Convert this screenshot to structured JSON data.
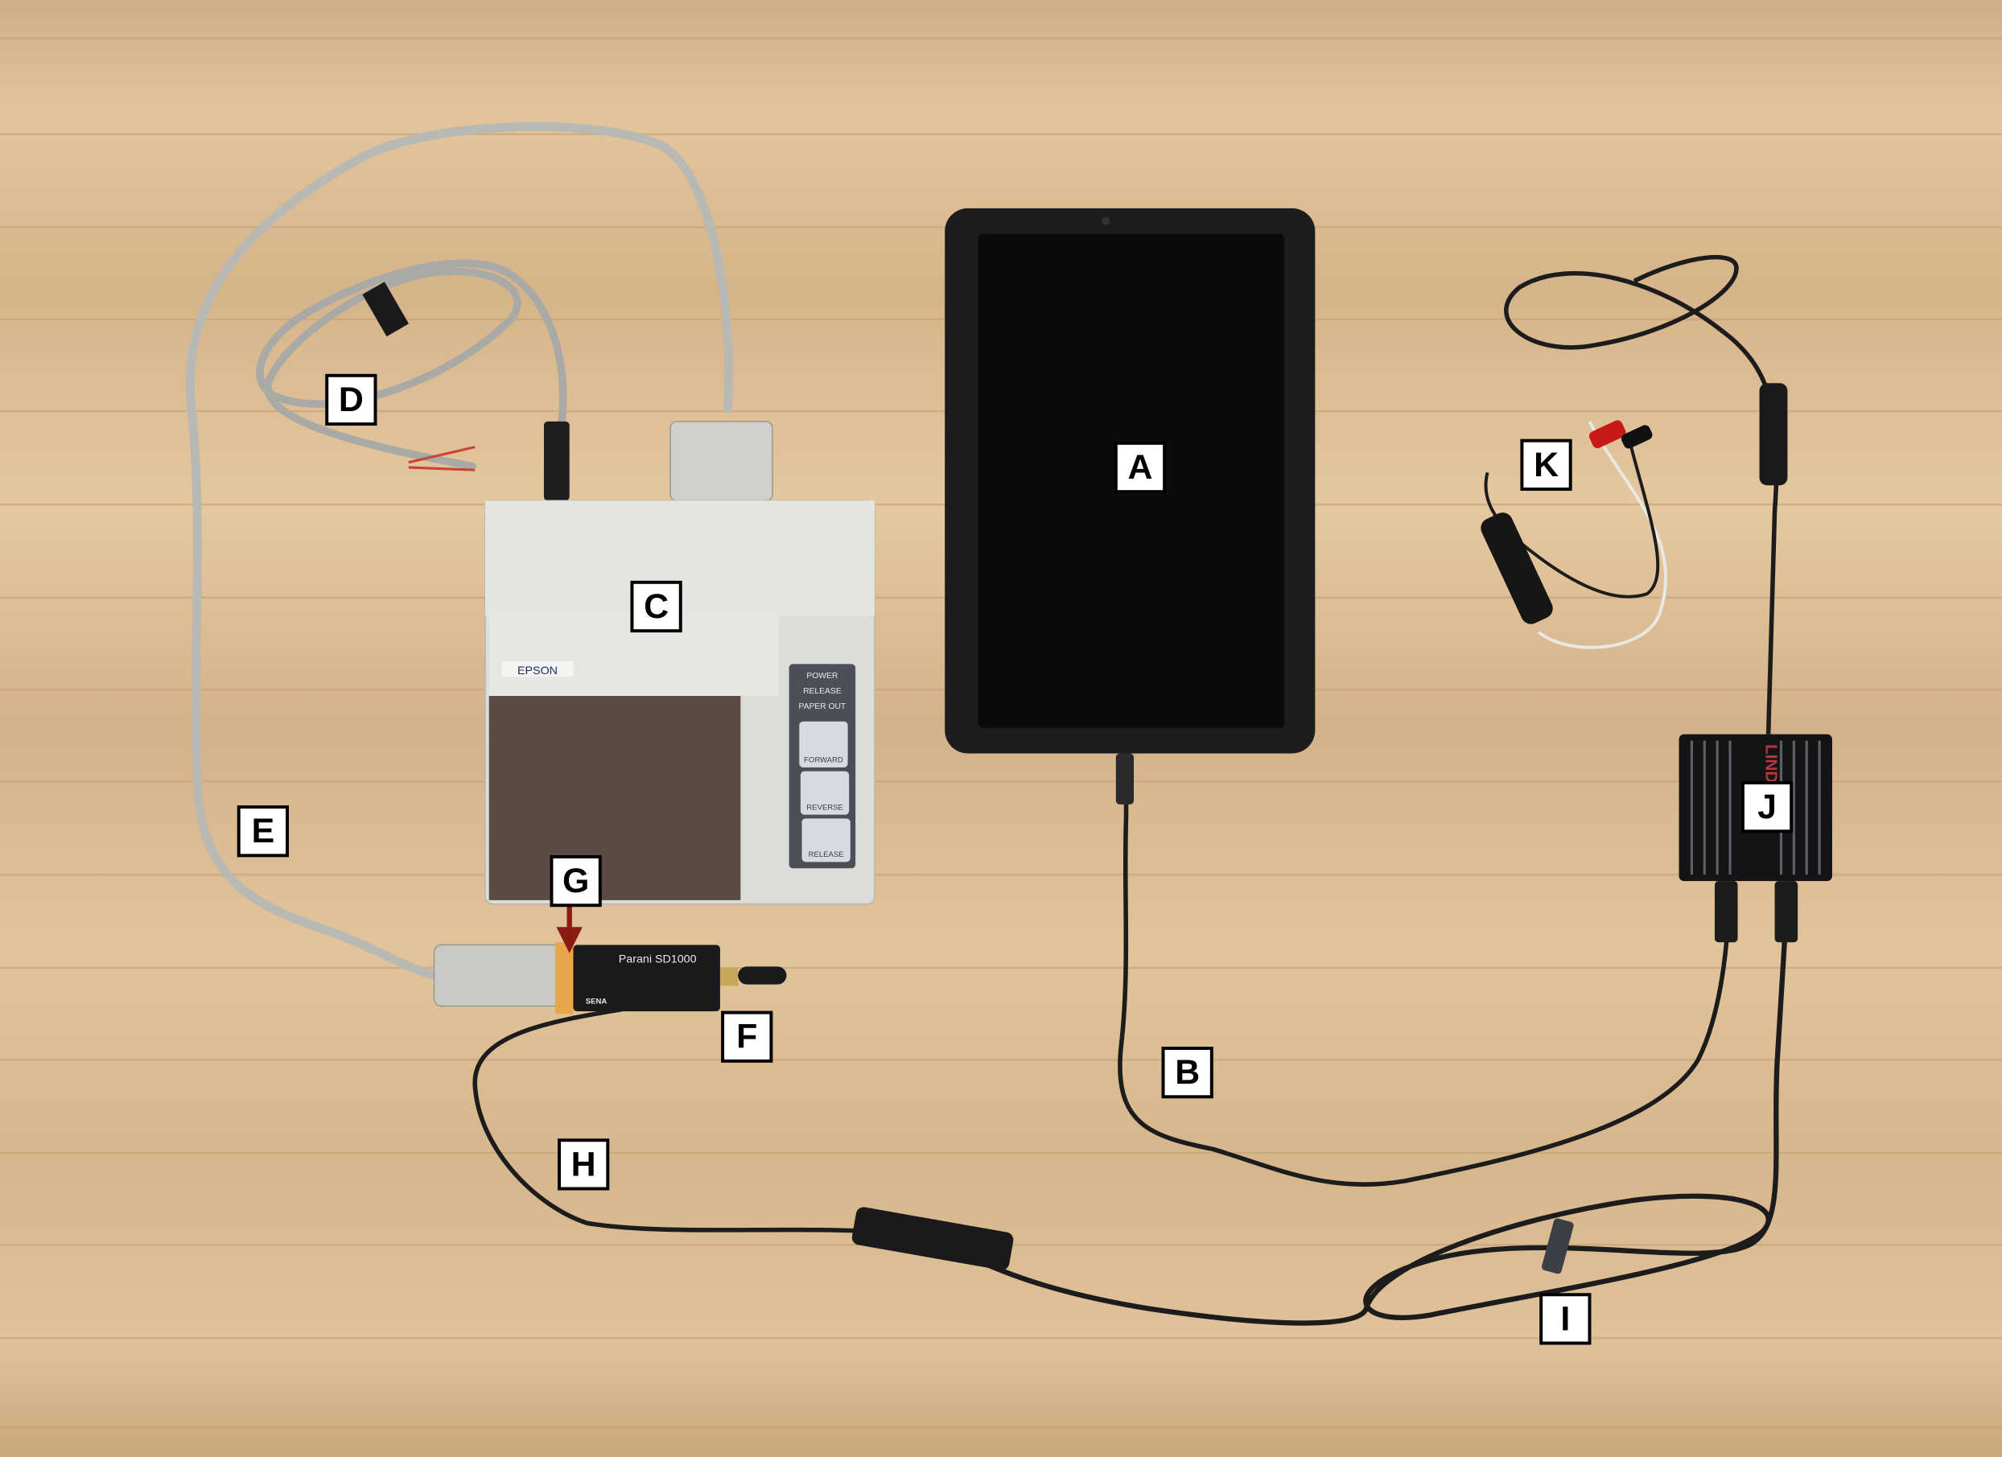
{
  "labels": {
    "a": "A",
    "b": "B",
    "c": "C",
    "d": "D",
    "e": "E",
    "f": "F",
    "g": "G",
    "h": "H",
    "i": "I",
    "j": "J",
    "k": "K"
  },
  "printer": {
    "brand": "EPSON",
    "indicators": [
      "POWER",
      "RELEASE",
      "PAPER OUT"
    ],
    "buttons": [
      "FORWARD",
      "REVERSE",
      "RELEASE"
    ]
  },
  "adapter": {
    "model": "Parani SD1000",
    "brand": "SENA"
  },
  "power_box": {
    "brand": "LIND"
  },
  "colors": {
    "wood": "#d9b88c",
    "grey_cable": "#b9b9b4",
    "black_cable": "#1c1c1c",
    "arrow": "#8b1a12",
    "printer_body": "#dcddd6",
    "printer_tray": "#5a4a44"
  }
}
